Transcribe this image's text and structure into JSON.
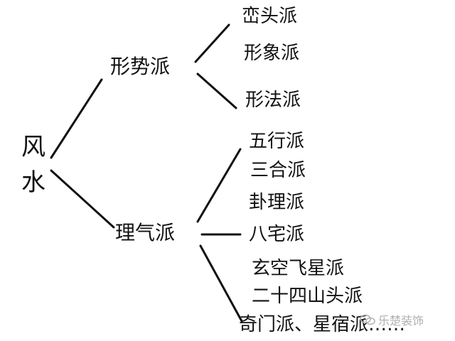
{
  "root": {
    "char1": "风",
    "char2": "水"
  },
  "branches": {
    "xingshi": {
      "label": "形势派",
      "leaves": [
        "峦头派",
        "形象派",
        "形法派"
      ]
    },
    "liqi": {
      "label": "理气派",
      "leaves": [
        "五行派",
        "三合派",
        "卦理派",
        "八宅派",
        "玄空飞星派",
        "二十四山头派",
        "奇门派、星宿派……"
      ]
    }
  },
  "watermark": {
    "text": "乐楚装饰"
  },
  "colors": {
    "line": "#111111",
    "text": "#111111",
    "watermark": "#b0b0b0"
  }
}
